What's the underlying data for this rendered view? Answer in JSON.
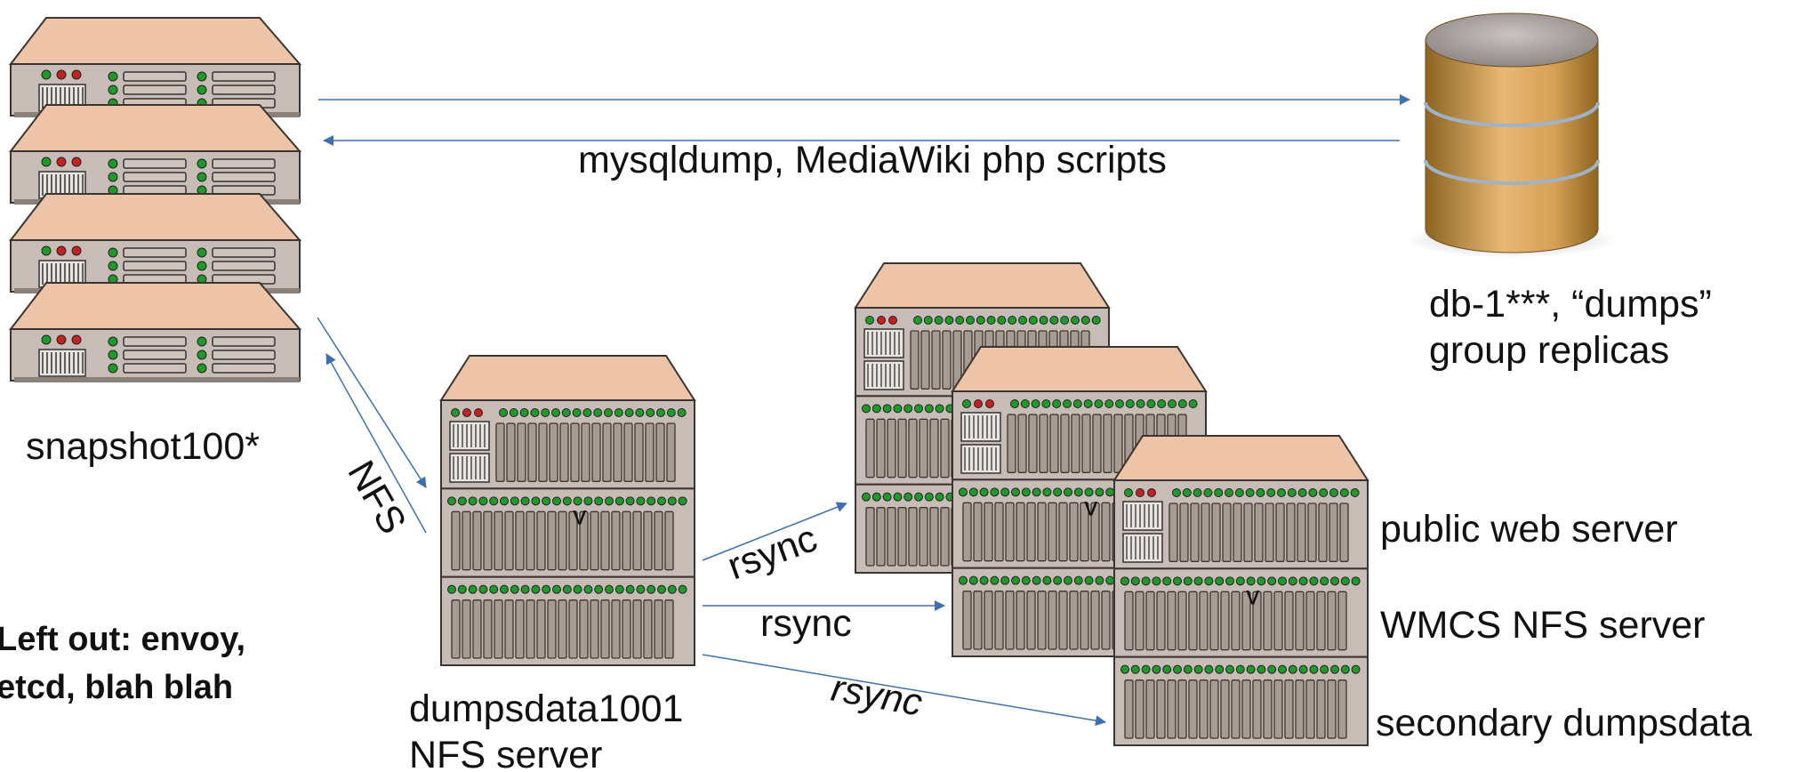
{
  "labels": {
    "db_edge": "mysqldump, MediaWiki php scripts",
    "db_name_line1": "db-1***, “dumps”",
    "db_name_line2": "group replicas",
    "snapshot": "snapshot100*",
    "nfs_edge": "NFS",
    "dumpsdata_line1": "dumpsdata1001",
    "dumpsdata_line2": "NFS server",
    "rsync_1": "rsync",
    "rsync_2": "rsync",
    "rsync_3": "rsync",
    "public_web": "public web server",
    "wmcs_nfs": "WMCS NFS server",
    "secondary": "secondary dumpsdata",
    "note_line1": "Left out: envoy,",
    "note_line2": "etcd, blah blah",
    "tower_marks": [
      "v",
      "v",
      "v"
    ]
  },
  "nodes": [
    {
      "id": "snapshot",
      "kind": "rack-server-stack",
      "count": 4
    },
    {
      "id": "db",
      "kind": "database"
    },
    {
      "id": "dumpsdata1001",
      "kind": "tower-server"
    },
    {
      "id": "public-web",
      "kind": "tower-server"
    },
    {
      "id": "wmcs-nfs",
      "kind": "tower-server"
    },
    {
      "id": "secondary-dumpsdata",
      "kind": "tower-server"
    }
  ],
  "edges": [
    {
      "from": "snapshot",
      "to": "db",
      "label": "mysqldump, MediaWiki php scripts"
    },
    {
      "from": "db",
      "to": "snapshot",
      "label": "mysqldump, MediaWiki php scripts"
    },
    {
      "from": "snapshot",
      "to": "dumpsdata1001",
      "label": "NFS"
    },
    {
      "from": "dumpsdata1001",
      "to": "snapshot",
      "label": "NFS"
    },
    {
      "from": "dumpsdata1001",
      "to": "public-web",
      "label": "rsync"
    },
    {
      "from": "dumpsdata1001",
      "to": "wmcs-nfs",
      "label": "rsync"
    },
    {
      "from": "dumpsdata1001",
      "to": "secondary-dumpsdata",
      "label": "rsync"
    }
  ],
  "colors": {
    "server_top": "#eec4a8",
    "server_body": "#c8bdb6",
    "server_outline": "#3a3530",
    "led_green": "#1f9a2a",
    "led_red": "#c62020",
    "arrow": "#3e6fb0",
    "db_light": "#e3b36e",
    "db_dark": "#8c6422",
    "db_top": "#a9a2a0"
  }
}
